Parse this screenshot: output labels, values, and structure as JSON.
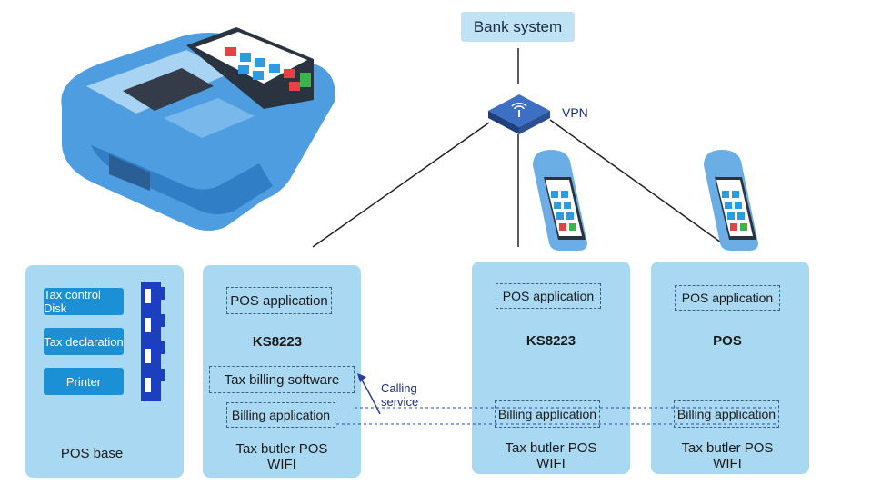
{
  "bank_system": "Bank system",
  "vpn_label": "VPN",
  "calling_service": [
    "Calling",
    "service"
  ],
  "pos_base": {
    "buttons": [
      "Tax control Disk",
      "Tax declaration",
      "Printer"
    ],
    "label": "POS base"
  },
  "device1": {
    "app": "POS application",
    "model": "KS8223",
    "software": "Tax billing software",
    "billing": "Billing application",
    "footer": [
      "Tax butler POS",
      "WIFI"
    ]
  },
  "device2": {
    "app": "POS application",
    "model": "KS8223",
    "billing": "Billing application",
    "footer": [
      "Tax butler POS",
      "WIFI"
    ]
  },
  "device3": {
    "app": "POS application",
    "model": "POS",
    "billing": "Billing application",
    "footer": [
      "Tax butler POS",
      "WIFI"
    ]
  },
  "colors": {
    "panel": "#a9d8f2",
    "button": "#1b90d4",
    "device_blue": "#5aa8e0",
    "router": "#2f5aa8"
  },
  "icons": [
    "pos-terminal-with-printer-image",
    "router-icon",
    "handheld-pos-image",
    "usb-port-icon",
    "calling-arrow-icon"
  ]
}
